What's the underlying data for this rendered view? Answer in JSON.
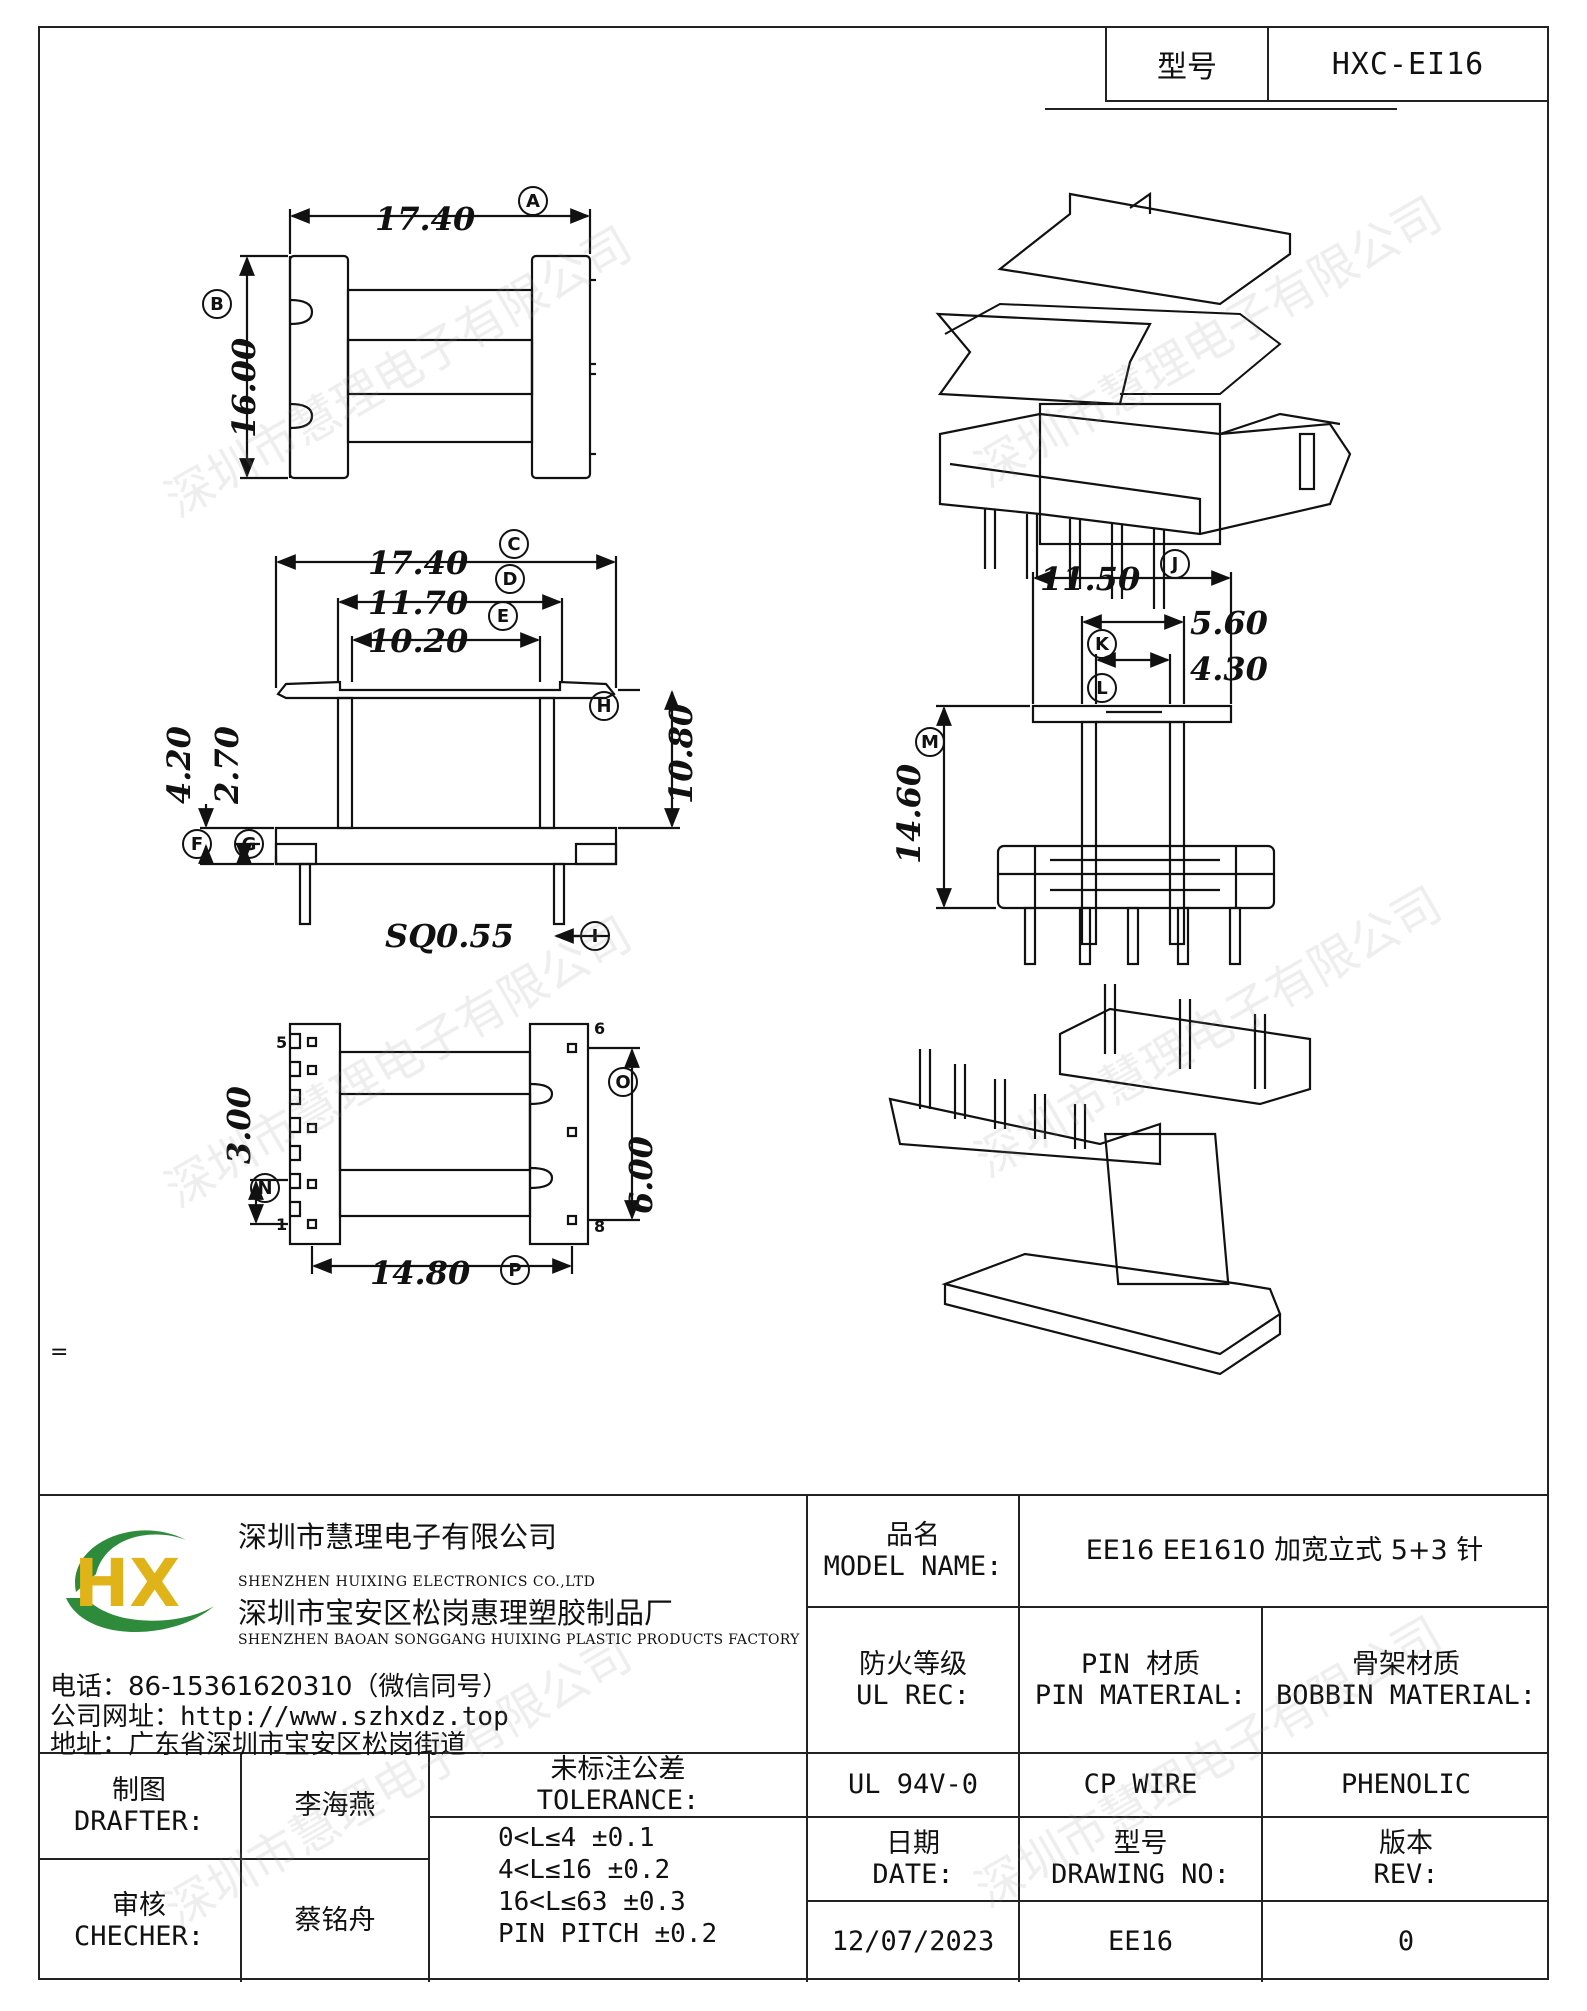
{
  "header": {
    "model_label": "型号",
    "model_value": "HXC-EI16"
  },
  "dimensions": {
    "top_view": {
      "A": "17.40",
      "B": "16.00",
      "label_A": "A",
      "label_B": "B"
    },
    "side_view": {
      "C": "17.40",
      "D": "11.70",
      "E": "10.20",
      "H": "10.80",
      "F": "4.20",
      "G": "2.70",
      "I": "SQ0.55",
      "label_C": "C",
      "label_D": "D",
      "label_E": "E",
      "label_H": "H",
      "label_F": "F",
      "label_G": "G",
      "label_I": "I"
    },
    "front_view": {
      "J": "11.50",
      "K": "5.60",
      "L": "4.30",
      "M": "14.60",
      "label_J": "J",
      "label_K": "K",
      "label_L": "L",
      "label_M": "M"
    },
    "bottom_view": {
      "N": "3.00",
      "O": "6.00",
      "P": "14.80",
      "label_N": "N",
      "label_O": "O",
      "label_P": "P",
      "pin_5": "5",
      "pin_1": "1",
      "pin_6": "6",
      "pin_8": "8"
    }
  },
  "equals_mark": "=",
  "logo": {
    "text": "HX"
  },
  "company": {
    "name_cn": "深圳市慧理电子有限公司",
    "name_en": "SHENZHEN HUIXING ELECTRONICS CO.,LTD",
    "factory_cn": "深圳市宝安区松岗惠理塑胶制品厂",
    "factory_en": "SHENZHEN BAOAN SONGGANG HUIXING PLASTIC PRODUCTS FACTORY",
    "phone": "电话：86-15361620310（微信同号）",
    "website": "公司网址：http://www.szhxdz.top",
    "address": "地址：广东省深圳市宝安区松岗街道"
  },
  "title_block": {
    "model_name_cn": "品名",
    "model_name_en": "MODEL NAME:",
    "model_name_value": "EE16 EE1610 加宽立式 5+3 针",
    "ul_rec_cn": "防火等级",
    "ul_rec_en": "UL REC:",
    "ul_rec_value": "UL 94V-0",
    "pin_material_cn": "PIN 材质",
    "pin_material_en": "PIN MATERIAL:",
    "pin_material_value": "CP WIRE",
    "bobbin_material_cn": "骨架材质",
    "bobbin_material_en": "BOBBIN MATERIAL:",
    "bobbin_material_value": "PHENOLIC",
    "drafter_cn": "制图",
    "drafter_en": "DRAFTER:",
    "drafter_value": "李海燕",
    "checker_cn": "审核",
    "checker_en": "CHECHER:",
    "checker_value": "蔡铭舟",
    "tolerance_cn": "未标注公差",
    "tolerance_en": "TOLERANCE:",
    "tolerance_lines": [
      "0<L≤4   ±0.1",
      "4<L≤16  ±0.2",
      "16<L≤63  ±0.3",
      "PIN PITCH  ±0.2"
    ],
    "date_cn": "日期",
    "date_en": "DATE:",
    "date_value": "12/07/2023",
    "drawing_no_cn": "型号",
    "drawing_no_en": "DRAWING NO:",
    "drawing_no_value": "EE16",
    "rev_cn": "版本",
    "rev_en": "REV:",
    "rev_value": "0"
  },
  "watermark": "深圳市慧理电子有限公司"
}
